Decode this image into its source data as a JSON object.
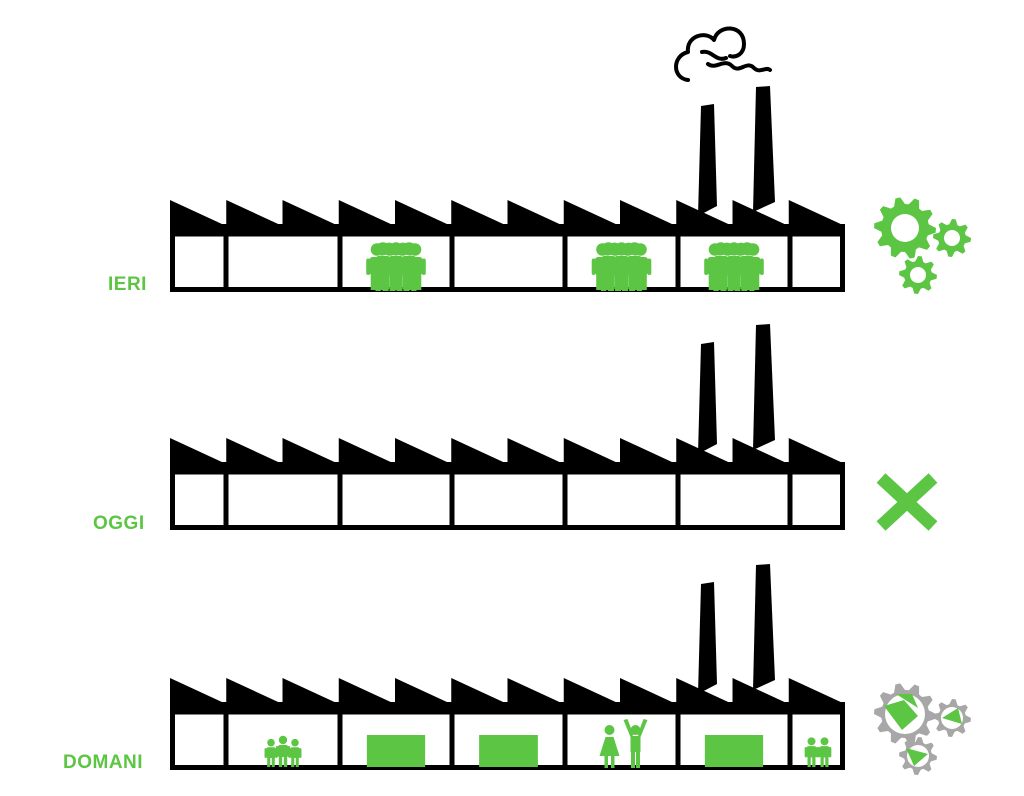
{
  "colors": {
    "accent": "#5cc644",
    "ink": "#000000",
    "gray": "#a7a7a7",
    "background": "#ffffff"
  },
  "rows": [
    {
      "label": "IERI",
      "status_icon": "gears-icon",
      "smoke": true,
      "contents": [
        "empty",
        "empty",
        "workers-group",
        "empty",
        "workers-group",
        "workers-group",
        "empty"
      ]
    },
    {
      "label": "OGGI",
      "status_icon": "cross-icon",
      "smoke": false,
      "contents": [
        "empty",
        "empty",
        "empty",
        "empty",
        "empty",
        "empty",
        "empty"
      ]
    },
    {
      "label": "DOMANI",
      "status_icon": "gears-gray-green-icon",
      "smoke": false,
      "contents": [
        "empty",
        "family-icon",
        "green-block",
        "green-block",
        "people-waving-icon",
        "green-block",
        "children-icon"
      ]
    }
  ]
}
